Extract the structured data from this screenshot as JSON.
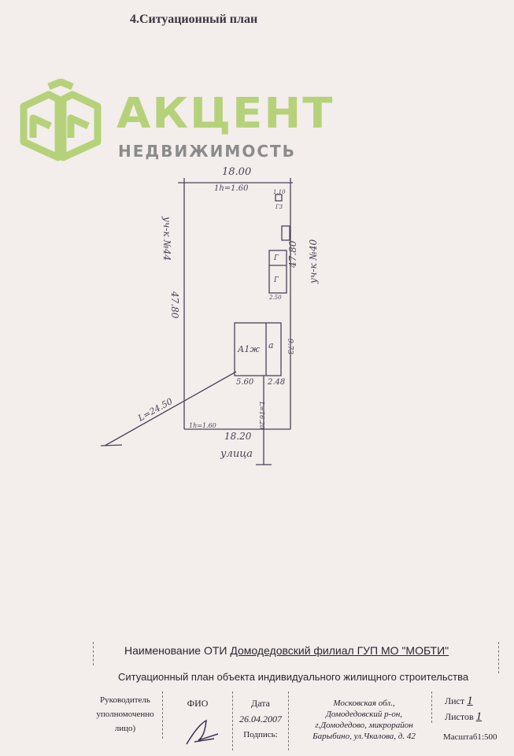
{
  "header": {
    "title": "4.Ситуационный план"
  },
  "watermark": {
    "brand": "АКЦЕНТ",
    "subtitle": "НЕДВИЖИМОСТЬ",
    "color": "#b5d27a"
  },
  "plan": {
    "top_width": "18.00",
    "top_setback": "1h=1.60",
    "bottom_width": "18.20",
    "bottom_setback": "1h=1.60",
    "left_length": "47.80",
    "right_length": "47.80",
    "left_neighbor": "уч-к №44",
    "right_neighbor": "уч-к №40",
    "street": "улица",
    "house_label": "А1ж",
    "annex_label": "а",
    "house_width": "5.60",
    "annex_width": "2.48",
    "house_depth": "9.73",
    "distance_diag": "L=24.50",
    "distance_street": "L=16.20",
    "garage_label_1": "Г",
    "garage_label_2": "Г",
    "garage_width": "2.50",
    "shed_size": "1.10",
    "shed_label": "Г3"
  },
  "stamp": {
    "org_prefix": "Наименование ОТИ",
    "org_name": "Домодедовский филиал ГУП МО \"МОБТИ\"",
    "doc_title": "Ситуационный план объекта индивидуального жилищного строительства",
    "role": [
      "Руководитель",
      "уполномоченно",
      "лицо)"
    ],
    "fio_label": "ФИО",
    "date_label": "Дата",
    "date_value": "26.04.2007",
    "signature_label": "Подпись:",
    "address": [
      "Московская обл.,",
      "Домодедовский р-он,",
      "г.Домодедово, микрорайон",
      "Барыбино, ул.Чкалова, д. 42"
    ],
    "sheet_label": "Лист",
    "sheet_value": "1",
    "sheets_label": "Листов",
    "sheets_value": "1",
    "scale": "Масштаб1:500"
  }
}
